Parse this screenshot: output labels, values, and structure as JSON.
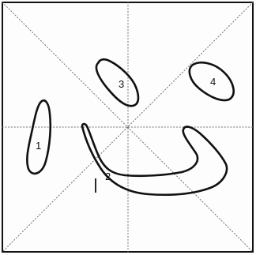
{
  "stroke_labels": {
    "one": "1",
    "two": "2",
    "three": "3",
    "four": "4"
  }
}
